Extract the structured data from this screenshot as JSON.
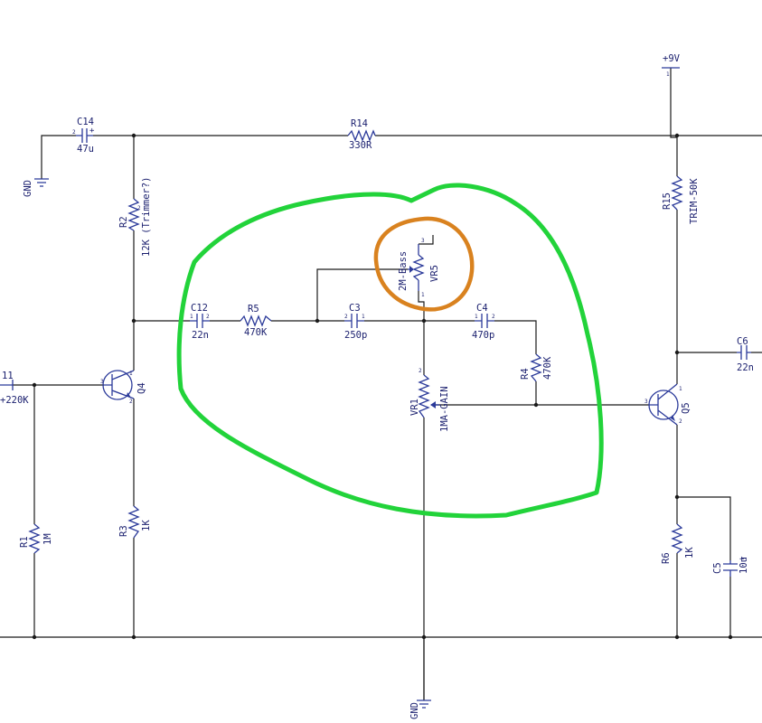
{
  "components": {
    "c14": {
      "ref": "C14",
      "value": "47u"
    },
    "r14": {
      "ref": "R14",
      "value": "330R"
    },
    "supply": {
      "label": "+9V"
    },
    "r15": {
      "ref": "R15",
      "value": "TRIM-50K"
    },
    "r2": {
      "ref": "R2",
      "value": "12K (Trimmer?)"
    },
    "gnd_left": {
      "label": "GND"
    },
    "gnd_bottom": {
      "label": "GND"
    },
    "vr5": {
      "ref": "VR5",
      "value": "2M-Bass"
    },
    "c12": {
      "ref": "C12",
      "value": "22n"
    },
    "r5": {
      "ref": "R5",
      "value": "470K"
    },
    "c3": {
      "ref": "C3",
      "value": "250p"
    },
    "c4": {
      "ref": "C4",
      "value": "470p"
    },
    "c6": {
      "ref": "C6",
      "value": "22n"
    },
    "r4": {
      "ref": "R4",
      "value": "470K"
    },
    "vr1": {
      "ref": "VR1",
      "value": "1MA-GAIN"
    },
    "q4": {
      "ref": "Q4"
    },
    "q5": {
      "ref": "Q5"
    },
    "r11": {
      "ref": "11",
      "value": "+220K"
    },
    "r1": {
      "ref": "R1",
      "value": "1M"
    },
    "r3": {
      "ref": "R3",
      "value": "1K"
    },
    "r6": {
      "ref": "R6",
      "value": "1K"
    },
    "c5": {
      "ref": "C5",
      "value": "10u"
    }
  },
  "annotations": {
    "green_outline_color": "#22d33a",
    "orange_circle_color": "#d9821f"
  },
  "colors": {
    "wire": "#1a1a1a",
    "component": "#2b3a9a",
    "label": "#1a1f6e"
  }
}
